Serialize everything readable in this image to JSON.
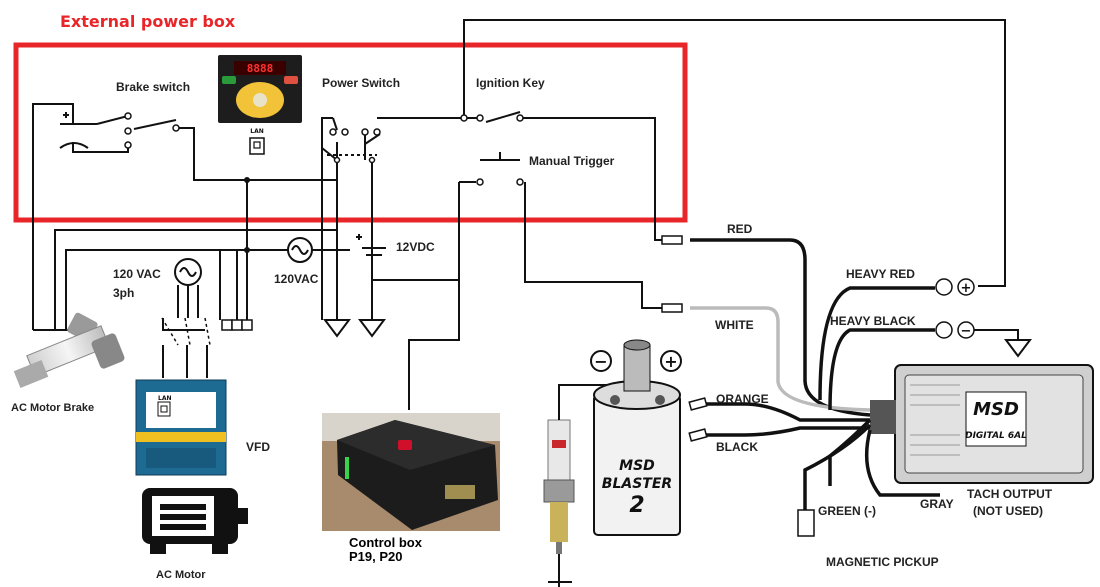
{
  "title": "External power box",
  "labels": {
    "brake_switch": "Brake switch",
    "power_switch": "Power Switch",
    "ignition_key": "Ignition Key",
    "manual_trigger": "Manual Trigger",
    "v120_3ph_a": "120 VAC",
    "v120_3ph_b": "3ph",
    "v120": "120VAC",
    "v12dc": "12VDC",
    "red": "RED",
    "white": "WHITE",
    "orange": "ORANGE",
    "black": "BLACK",
    "heavy_red": "HEAVY RED",
    "heavy_black": "HEAVY BLACK",
    "green": "GREEN (-)",
    "gray": "GRAY",
    "tach_a": "TACH OUTPUT",
    "tach_b": "(NOT USED)",
    "magnetic_pickup": "MAGNETIC PICKUP",
    "ac_motor_brake": "AC Motor Brake",
    "vfd": "VFD",
    "ac_motor": "AC Motor",
    "control_box_a": "Control box",
    "control_box_b": "P19, P20"
  },
  "device_text": {
    "lan": "LAN",
    "led_display": "8888",
    "msd": "MSD",
    "digital_6al": "DIGITAL 6AL",
    "blaster_a": "MSD",
    "blaster_b": "BLASTER",
    "blaster_c": "2",
    "plus": "+",
    "minus": "−"
  },
  "colors": {
    "highlight_box": "#e8262a",
    "wire": "#111111",
    "white_wire": "#bbbbbb",
    "control_box_led": "#39d34a",
    "control_box_button": "#d0102a"
  }
}
